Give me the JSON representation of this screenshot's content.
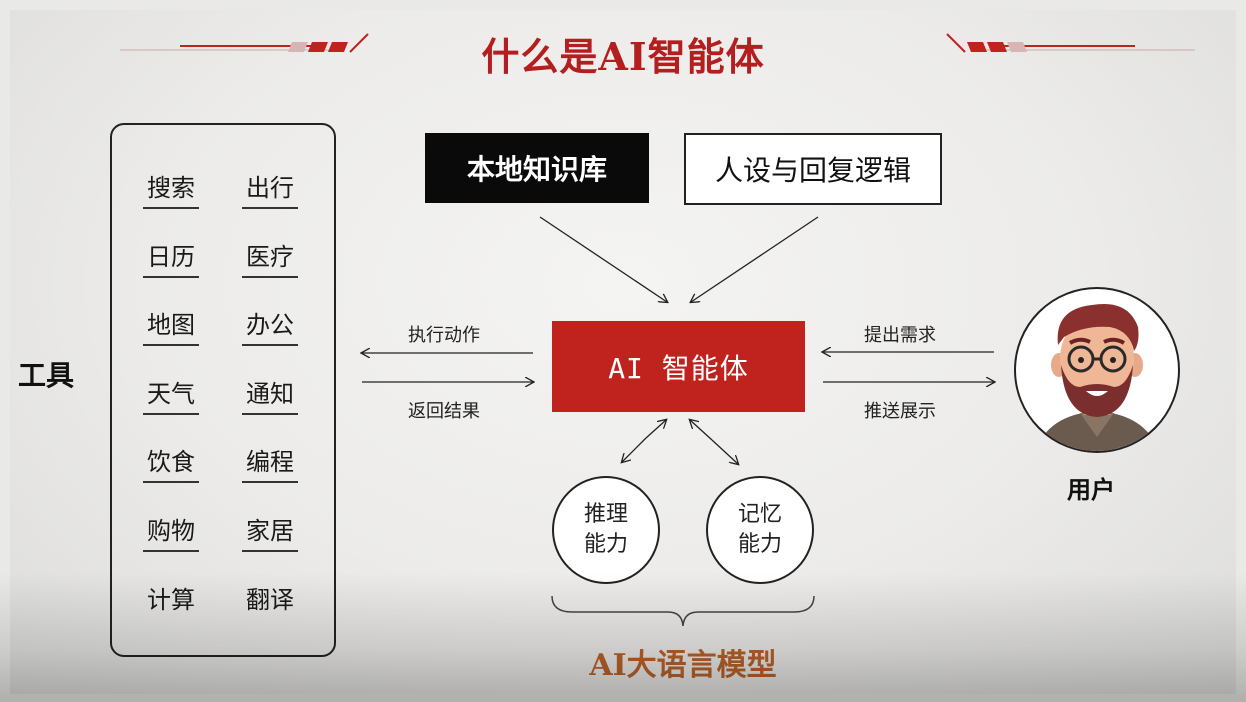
{
  "title": "什么是AI智能体",
  "tools": {
    "label": "工具",
    "items": [
      "搜索",
      "出行",
      "日历",
      "医疗",
      "地图",
      "办公",
      "天气",
      "通知",
      "饮食",
      "编程",
      "购物",
      "家居",
      "计算",
      "翻译"
    ]
  },
  "knowledge_base": "本地知识库",
  "persona_logic": "人设与回复逻辑",
  "agent": "AI 智能体",
  "flows": {
    "execute_action": "执行动作",
    "return_result": "返回结果",
    "submit_request": "提出需求",
    "push_display": "推送展示"
  },
  "abilities": {
    "reasoning": [
      "推理",
      "能力"
    ],
    "memory": [
      "记忆",
      "能力"
    ]
  },
  "user_label": "用户",
  "llm_label": "AI大语言模型",
  "colors": {
    "accent_red": "#c0231e",
    "title_red": "#b41e1e",
    "llm_orange": "#b8612a"
  },
  "icons": [
    "user-avatar-icon",
    "curly-brace-icon",
    "arrow-icon"
  ]
}
